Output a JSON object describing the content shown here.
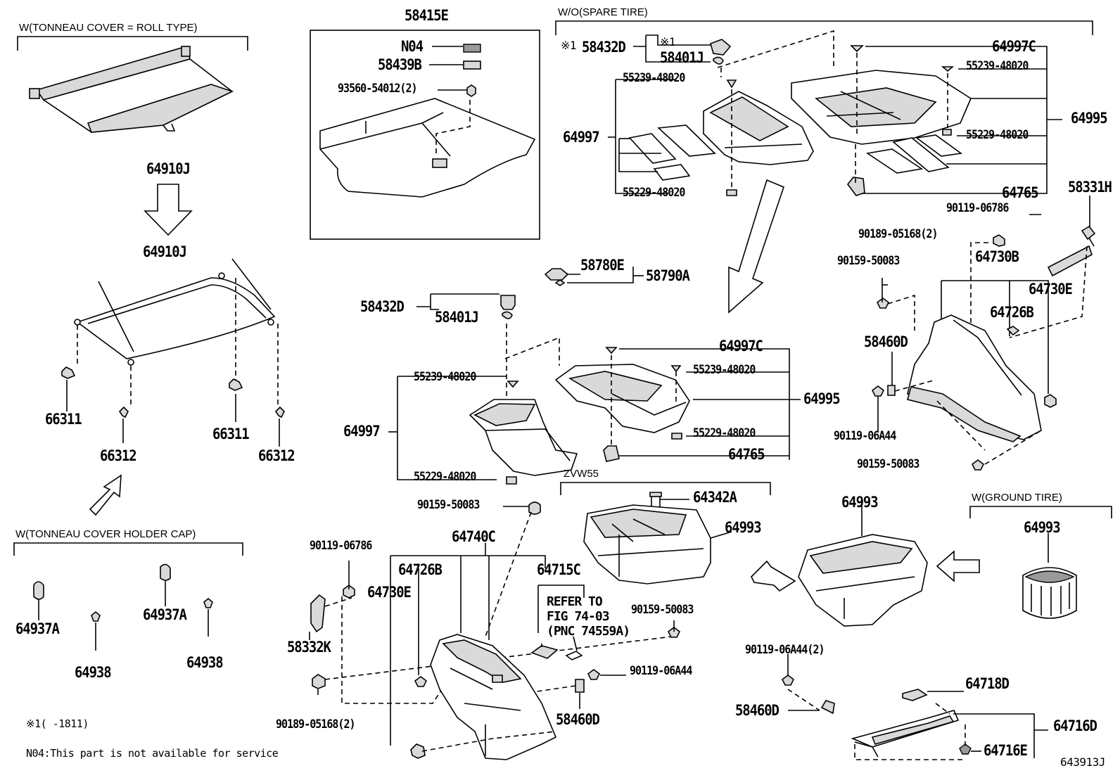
{
  "captions": {
    "tonneau_roll": "W(TONNEAU COVER = ROLL TYPE)",
    "spare_tire": "W/O(SPARE TIRE)",
    "holder_cap": "W(TONNEAU COVER HOLDER CAP)",
    "zvw55": "ZVW55",
    "ground_tire": "W(GROUND TIRE)"
  },
  "notes": {
    "footnote_1": "※1(    -1811)",
    "footnote_n04": "N04:This part is not available for service",
    "refer": [
      "REFER TO",
      "FIG 74-03",
      "(PNC 74559A)"
    ],
    "mark_1": "※1",
    "mark_2": "※1"
  },
  "figure_id": "643913J",
  "parts": {
    "p64910J_a": "64910J",
    "p64910J_b": "64910J",
    "p66311_a": "66311",
    "p66312_a": "66312",
    "p66311_b": "66311",
    "p66312_b": "66312",
    "p64937A_a": "64937A",
    "p64938_a": "64938",
    "p64937A_b": "64937A",
    "p64938_b": "64938",
    "p58415E": "58415E",
    "pN04": "N04",
    "p58439B": "58439B",
    "p93560": "93560-54012(2)",
    "p58432D_a": "58432D",
    "p58401J_a": "58401J",
    "p55239_a": "55239-48020",
    "p64997C_a": "64997C",
    "p55239_b": "55239-48020",
    "p64997_a": "64997",
    "p64995_a": "64995",
    "p55229_a": "55229-48020",
    "p55229_b": "55229-48020",
    "p64765_a": "64765",
    "p58331H": "58331H",
    "p90119_06786_a": "90119-06786",
    "p90189_a": "90189-05168(2)",
    "p90159_a": "90159-50083",
    "p64730B": "64730B",
    "p64730E_a": "64730E",
    "p64726B_a": "64726B",
    "p58460D_a": "58460D",
    "p90119_06A44_a": "90119-06A44",
    "p90159_b": "90159-50083",
    "p58780E": "58780E",
    "p58790A": "58790A",
    "p58432D_b": "58432D",
    "p58401J_b": "58401J",
    "p55239_c": "55239-48020",
    "p64997C_b": "64997C",
    "p55239_d": "55239-48020",
    "p64997_b": "64997",
    "p64995_b": "64995",
    "p55229_c": "55229-48020",
    "p55229_d": "55229-48020",
    "p64765_b": "64765",
    "p64342A": "64342A",
    "p64993_a": "64993",
    "p64993_b": "64993",
    "p64993_c": "64993",
    "p90159_c": "90159-50083",
    "p90119_06786_b": "90119-06786",
    "p64740C": "64740C",
    "p64726B_b": "64726B",
    "p64715C": "64715C",
    "p64730E_b": "64730E",
    "p58332K": "58332K",
    "p90159_d": "90159-50083",
    "p90119_06A44_b": "90119-06A44",
    "p58460D_b": "58460D",
    "p90189_b": "90189-05168(2)",
    "p90119_06A44_c": "90119-06A44(2)",
    "p64718D": "64718D",
    "p58460D_c": "58460D",
    "p64716D": "64716D",
    "p64716E": "64716E"
  }
}
